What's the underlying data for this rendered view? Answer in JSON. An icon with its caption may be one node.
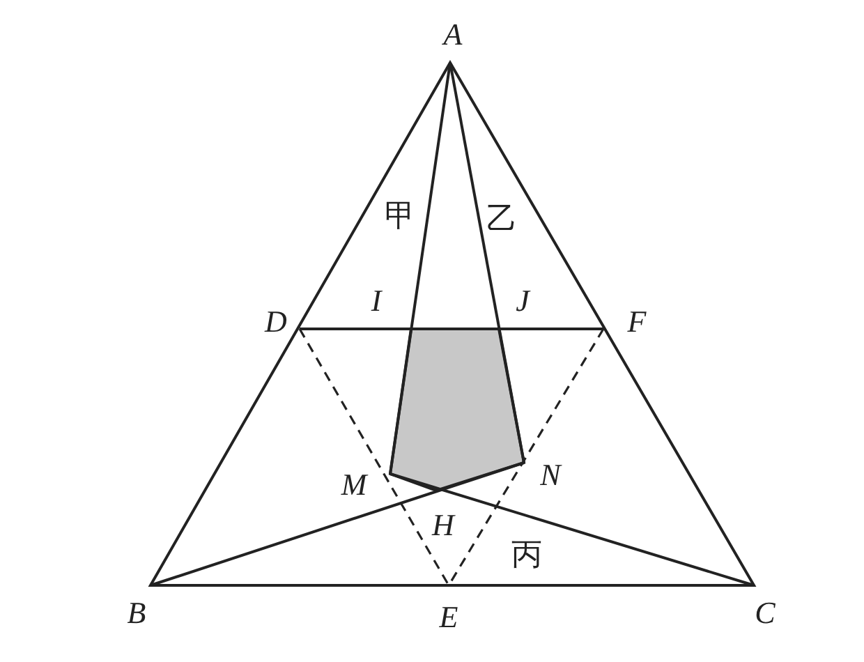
{
  "diagram": {
    "labels": [
      "A",
      "甲",
      "乙",
      "D",
      "I",
      "J",
      "F",
      "M",
      "N",
      "H",
      "丙",
      "B",
      "E",
      "C"
    ]
  }
}
